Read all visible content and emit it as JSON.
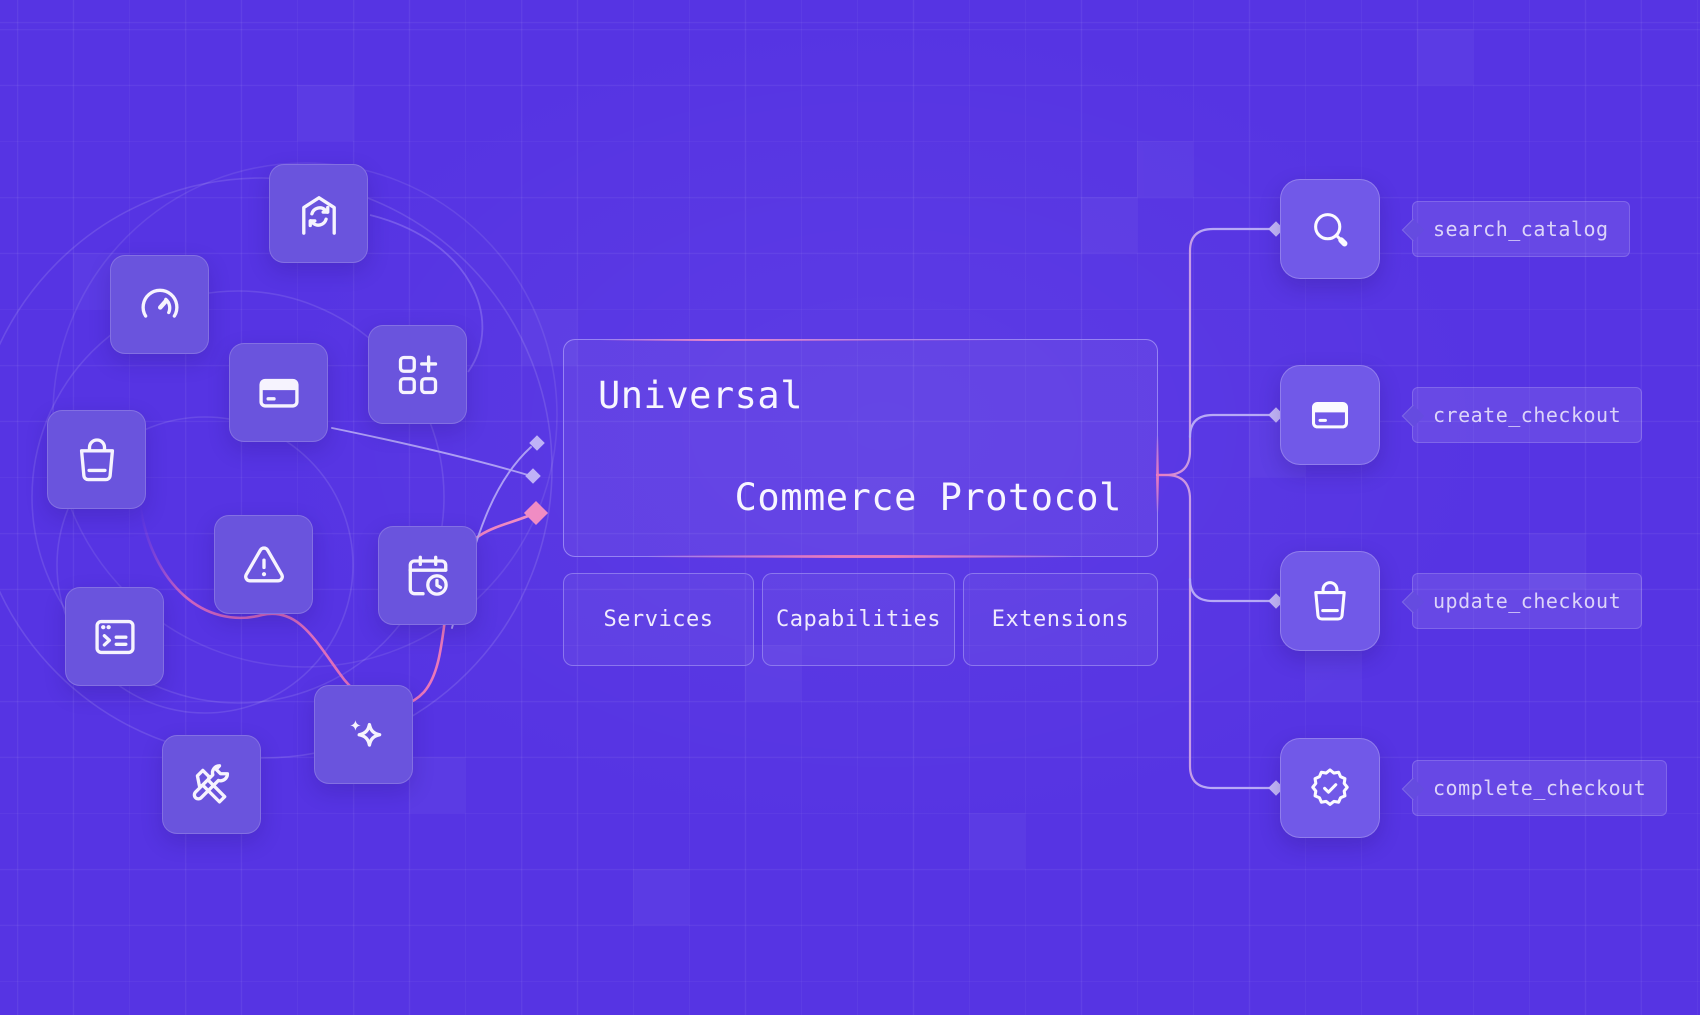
{
  "diagram": {
    "title_line1": "Universal",
    "title_line2": "Commerce Protocol",
    "categories": [
      {
        "label": "Services"
      },
      {
        "label": "Capabilities"
      },
      {
        "label": "Extensions"
      }
    ],
    "operations": [
      {
        "label": "search_catalog",
        "icon": "search-icon"
      },
      {
        "label": "create_checkout",
        "icon": "credit-card-icon"
      },
      {
        "label": "update_checkout",
        "icon": "shopping-bag-icon"
      },
      {
        "label": "complete_checkout",
        "icon": "badge-check-icon"
      }
    ],
    "cluster_icons": [
      "store-sync-icon",
      "gauge-icon",
      "credit-card-icon",
      "grid-add-icon",
      "shopping-bag-icon",
      "alert-triangle-icon",
      "calendar-clock-icon",
      "terminal-window-icon",
      "sparkles-icon",
      "tools-icon"
    ],
    "colors": {
      "background": "#5634e3",
      "tile": "#6a54dd",
      "node": "#7159e8",
      "accent_pink": "#ee79bb",
      "line_lavender": "#b7a9f6",
      "text_primary": "#f7f5ff",
      "text_secondary": "#dcd4f9"
    }
  }
}
